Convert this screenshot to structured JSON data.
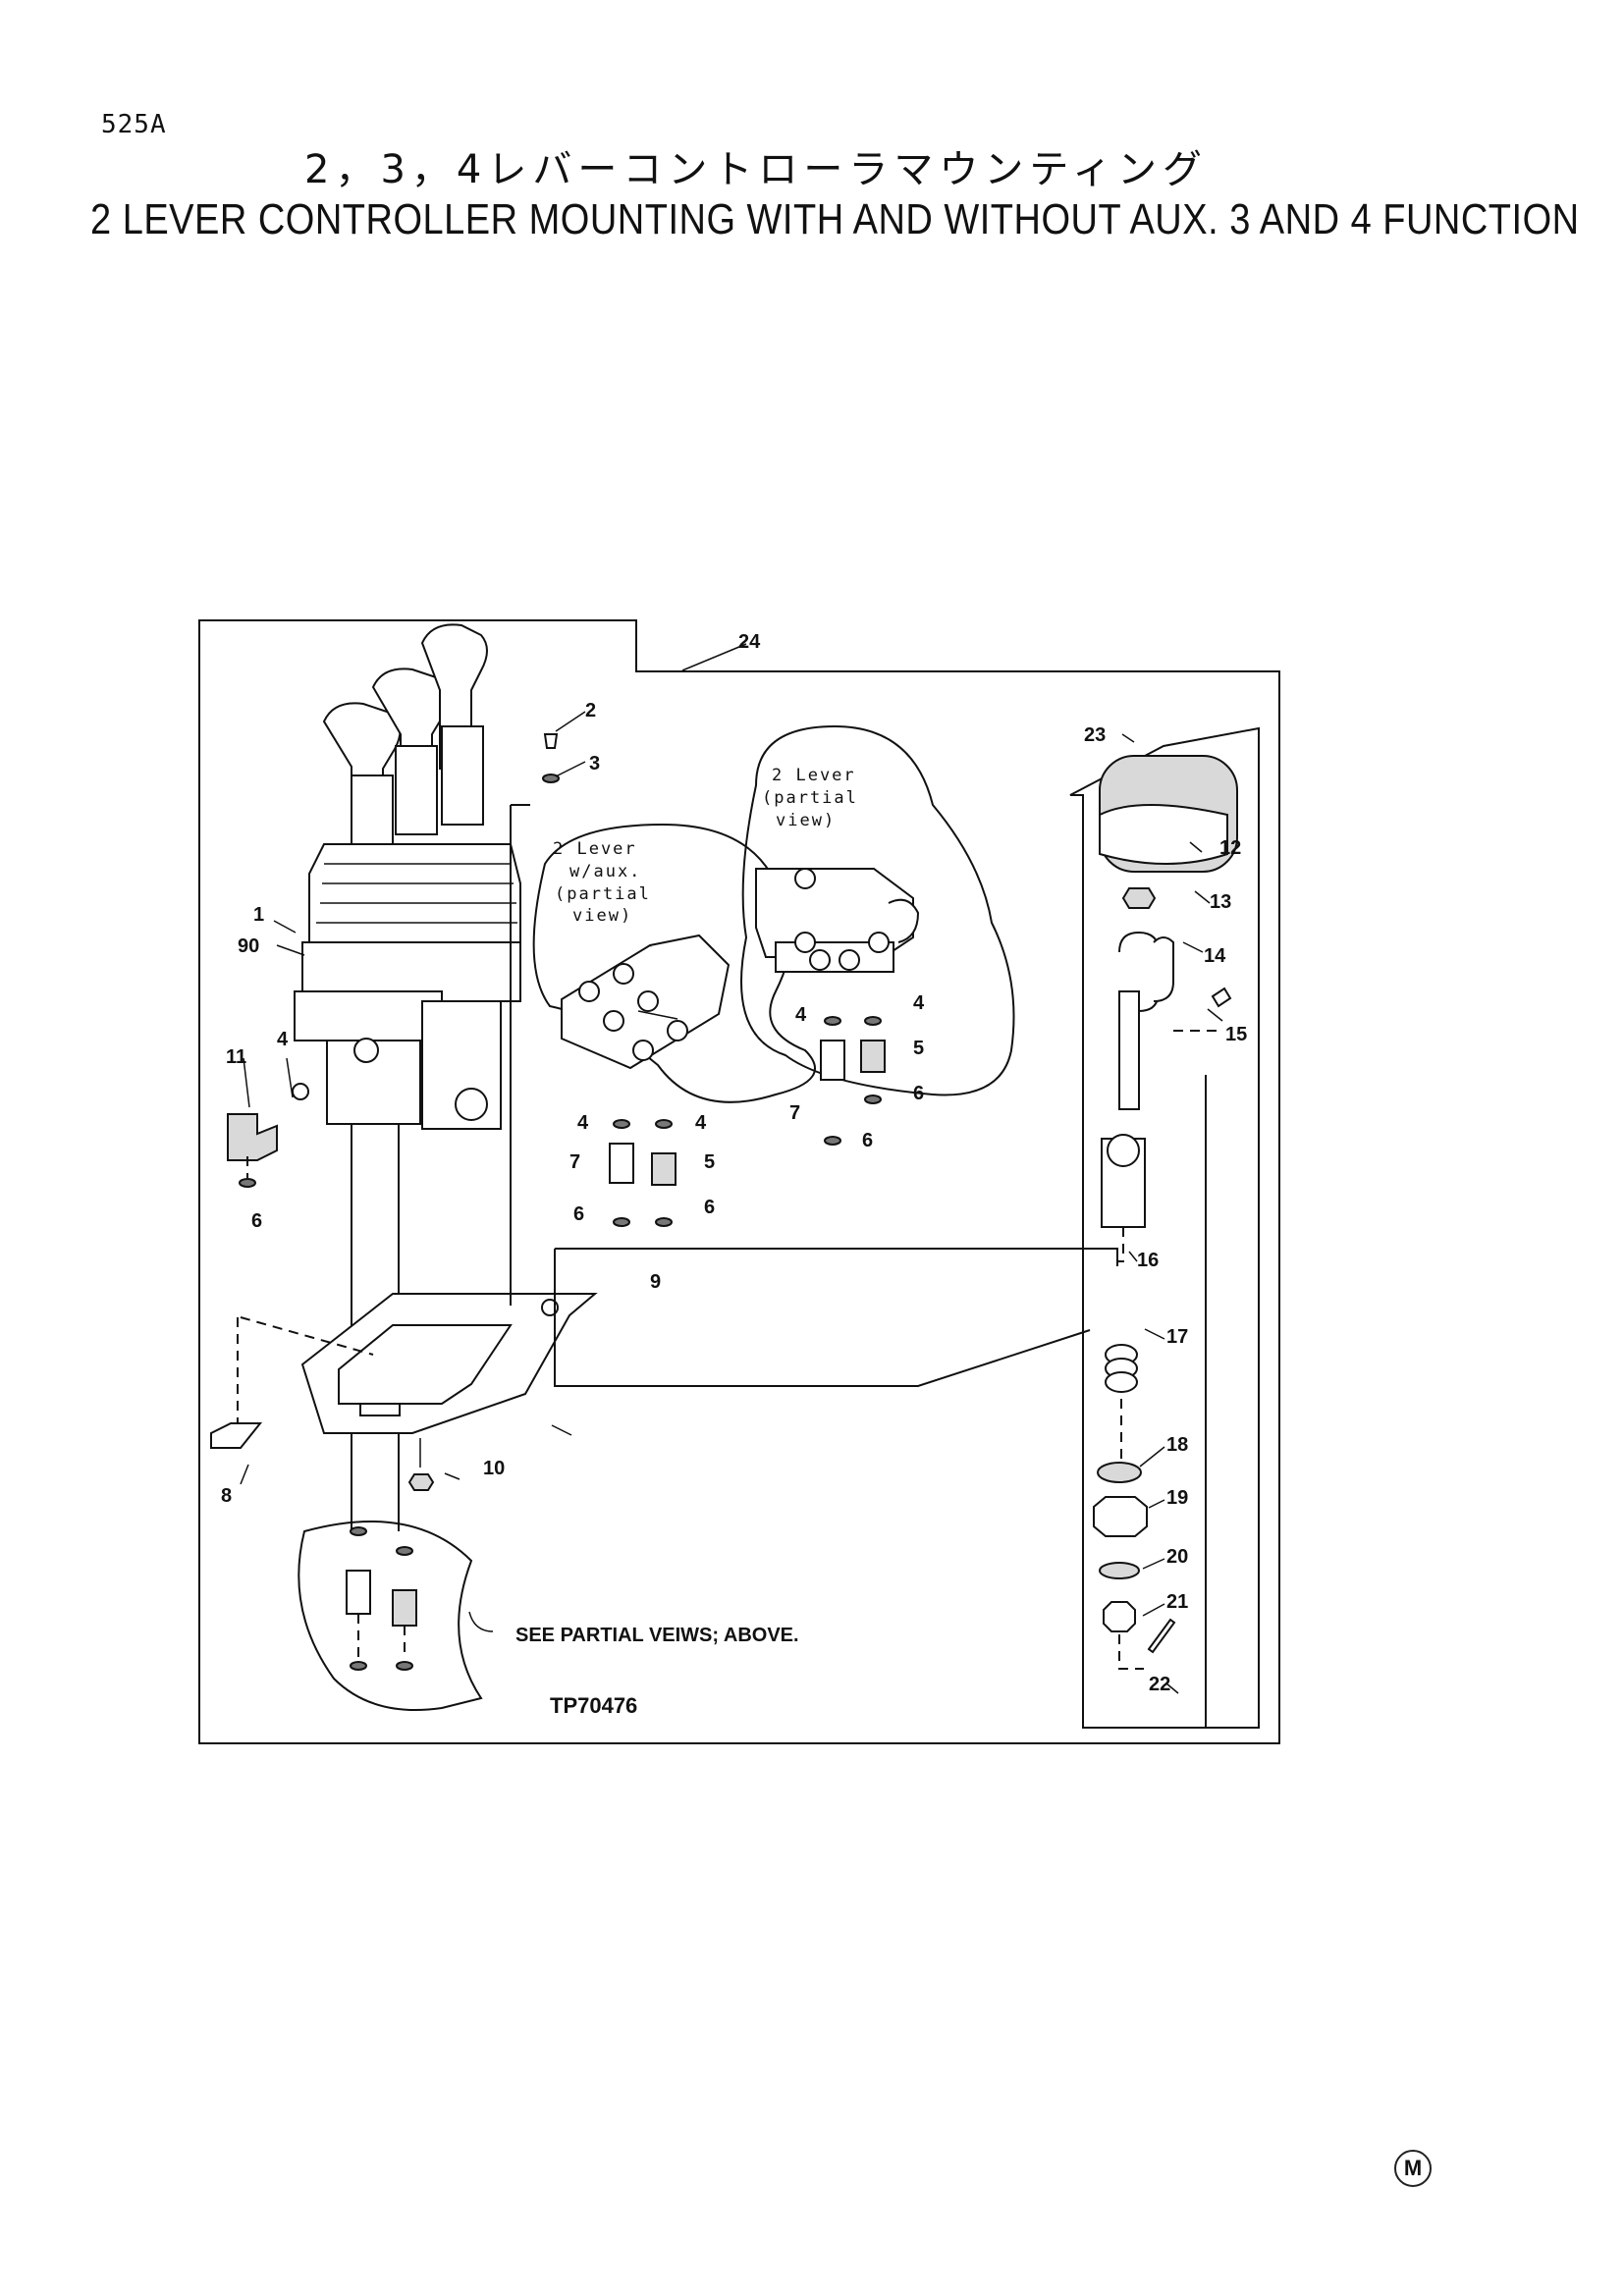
{
  "header": {
    "page_code": "525A",
    "title_japanese": "2，3，4レバーコントローラマウンティング",
    "title_english": "2 LEVER CONTROLLER MOUNTING WITH AND WITHOUT AUX. 3 AND 4 FUNCTION"
  },
  "diagram": {
    "reference_number": "TP70476",
    "note_text": "SEE PARTIAL VEIWS; ABOVE.",
    "callout_2lever_aux": [
      "2 Lever",
      "w/aux.",
      "(partial",
      "view)"
    ],
    "callout_2lever": [
      "2 Lever",
      "(partial",
      "view)"
    ],
    "part_labels": {
      "p1": "1",
      "p90": "90",
      "p2": "2",
      "p3": "3",
      "p4a": "4",
      "p4b": "4",
      "p4c": "4",
      "p4d": "4",
      "p4e": "4",
      "p5a": "5",
      "p5b": "5",
      "p6a": "6",
      "p6b": "6",
      "p6c": "6",
      "p6d": "6",
      "p6e": "6",
      "p7a": "7",
      "p7b": "7",
      "p8": "8",
      "p9": "9",
      "p10": "10",
      "p11": "11",
      "p12": "12",
      "p13": "13",
      "p14": "14",
      "p15": "15",
      "p16": "16",
      "p17": "17",
      "p18": "18",
      "p19": "19",
      "p20": "20",
      "p21": "21",
      "p22": "22",
      "p23": "23",
      "p24": "24"
    }
  },
  "footer": {
    "mark": "M"
  }
}
